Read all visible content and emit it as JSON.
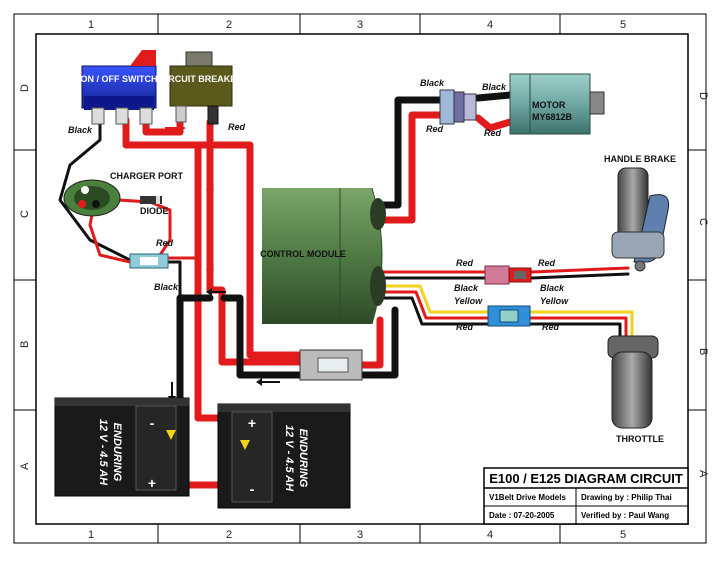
{
  "grid": {
    "columns": [
      "1",
      "2",
      "3",
      "4",
      "5"
    ],
    "rows": [
      "D",
      "C",
      "B",
      "A"
    ]
  },
  "components": {
    "switch": "ON / OFF SWITCH",
    "breaker": "CIRCUIT BREAKER",
    "charger_port": "CHARGER PORT",
    "diode": "DIODE",
    "control_module": "CONTROL MODULE",
    "motor_line1": "MOTOR",
    "motor_line2": "MY6812B",
    "handle_brake": "HANDLE BRAKE",
    "throttle": "THROTTLE",
    "battery_line1": "ENDURING",
    "battery_line2": "12 V - 4.5 AH"
  },
  "wire_labels": {
    "black": "Black",
    "red": "Red",
    "yellow": "Yellow"
  },
  "battery_terminals": {
    "plus": "+",
    "minus": "-"
  },
  "title_block": {
    "title": "E100 / E125 DIAGRAM CIRCUIT",
    "model": "V1Belt Drive Models",
    "drawing_by": "Drawing by : Philip Thai",
    "date": "Date : 07-20-2005",
    "verified_by": "Verified by : Paul Wang"
  },
  "colors": {
    "red_wire": "#e11b1b",
    "black_wire": "#111111",
    "yellow_wire": "#f2d21b",
    "switch_blue": "#1b2fd6",
    "breaker_olive": "#5b5a1c",
    "module_green": "#4f7a44",
    "motor_teal": "#6fa7a2",
    "battery_black": "#1a1a1a"
  }
}
